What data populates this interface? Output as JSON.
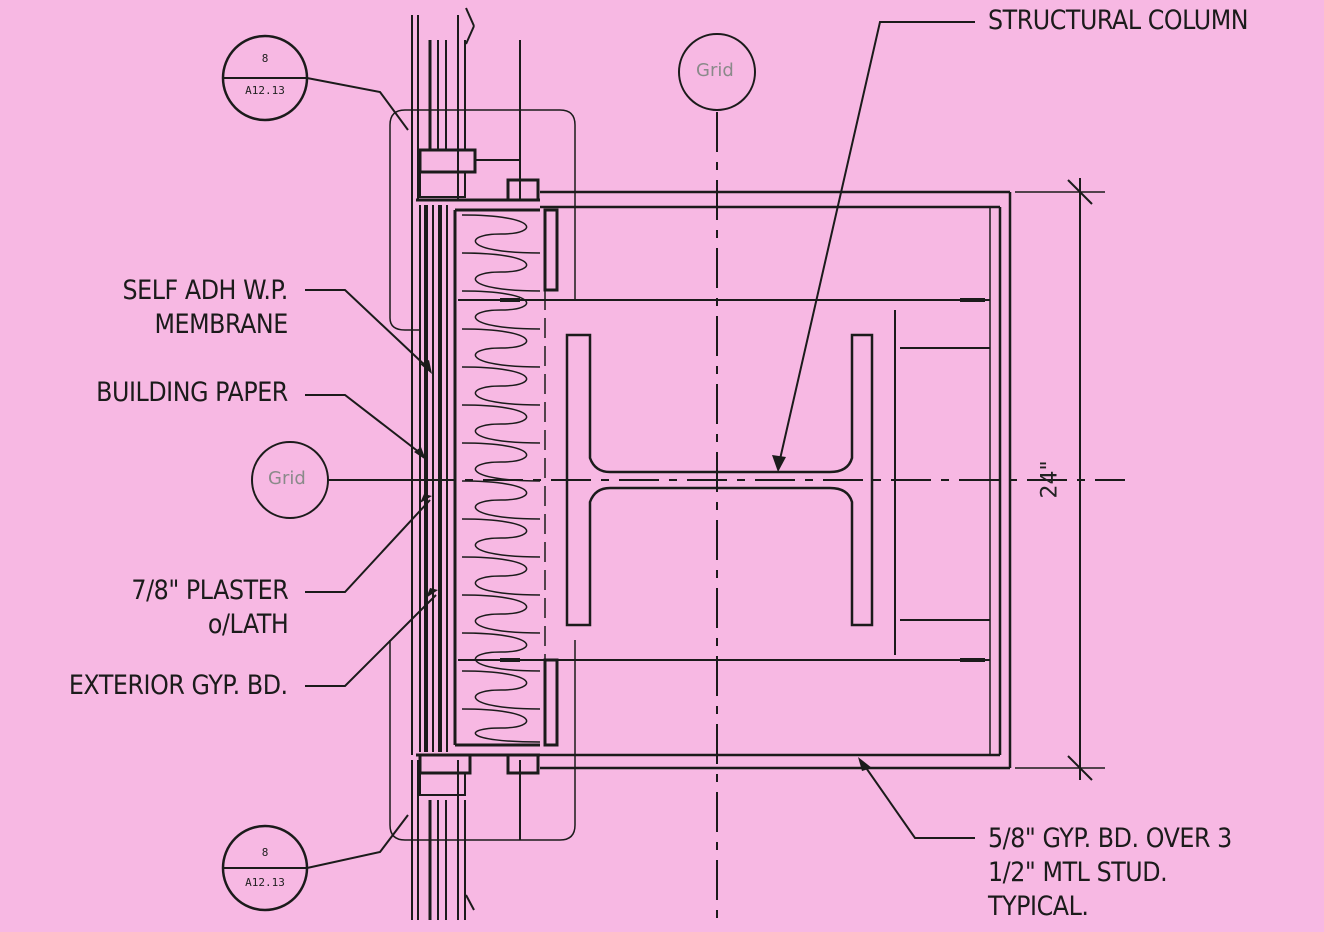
{
  "labels": {
    "structural_column": "STRUCTURAL COLUMN",
    "self_adh_line1": "SELF ADH W.P.",
    "self_adh_line2": "MEMBRANE",
    "building_paper": "BUILDING PAPER",
    "plaster_line1": "7/8\" PLASTER",
    "plaster_line2": "o/LATH",
    "exterior_gyp": "EXTERIOR GYP. BD.",
    "gyp_line1": "5/8\" GYP. BD. OVER 3",
    "gyp_line2": "1/2\" MTL STUD.",
    "gyp_line3": "TYPICAL."
  },
  "grid_bubbles": {
    "top": "Grid",
    "left": "Grid"
  },
  "section_tags": {
    "top": {
      "number": "8",
      "sheet": "A12.13"
    },
    "bottom": {
      "number": "8",
      "sheet": "A12.13"
    }
  },
  "dimension": "24\"",
  "colors": {
    "background": "#f7b8e3",
    "line": "#1b1b1b",
    "grid_line": "#333333"
  }
}
